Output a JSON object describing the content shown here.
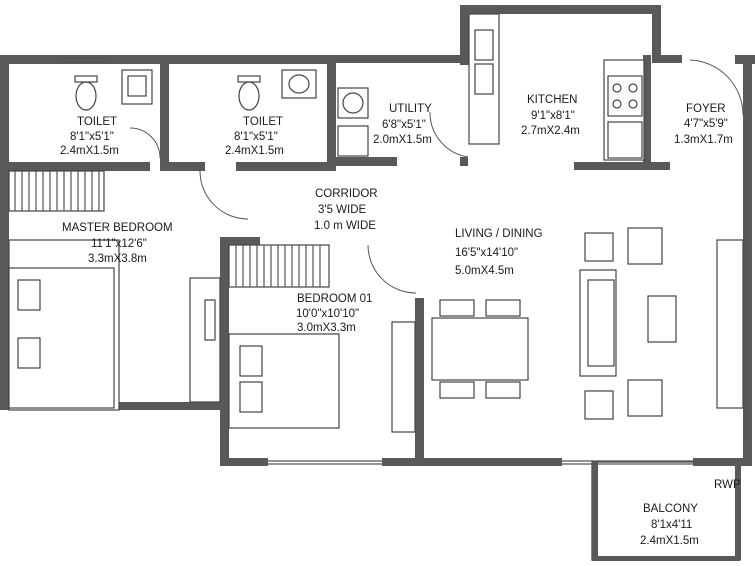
{
  "rooms": {
    "toilet_1": {
      "name": "TOILET",
      "size_ft": "8'1\"x5'1\"",
      "size_m": "2.4mX1.5m"
    },
    "toilet_2": {
      "name": "TOILET",
      "size_ft": "8'1\"x5'1\"",
      "size_m": "2.4mX1.5m"
    },
    "utility": {
      "name": "UTILITY",
      "size_ft": "6'8\"x5'1\"",
      "size_m": "2.0mX1.5m"
    },
    "kitchen": {
      "name": "KITCHEN",
      "size_ft": "9'1\"x8'1\"",
      "size_m": "2.7mX2.4m"
    },
    "foyer": {
      "name": "FOYER",
      "size_ft": "4'7\"x5'9\"",
      "size_m": "1.3mX1.7m"
    },
    "corridor": {
      "name": "CORRIDOR",
      "size_ft": "3'5 WIDE",
      "size_m": "1.0 m WIDE"
    },
    "master_bedroom": {
      "name": "MASTER BEDROOM",
      "size_ft": "11'1\"x12'6\"",
      "size_m": "3.3mX3.8m"
    },
    "living_dining": {
      "name": "LIVING / DINING",
      "size_ft": "16'5\"x14'10\"",
      "size_m": "5.0mX4.5m"
    },
    "bedroom_01": {
      "name": "BEDROOM 01",
      "size_ft": "10'0\"x10'10\"",
      "size_m": "3.0mX3.3m"
    },
    "balcony": {
      "name": "BALCONY",
      "size_ft": "8'1x4'11",
      "size_m": "2.4mX1.5m"
    }
  },
  "annotations": {
    "rwp": "RWP"
  }
}
